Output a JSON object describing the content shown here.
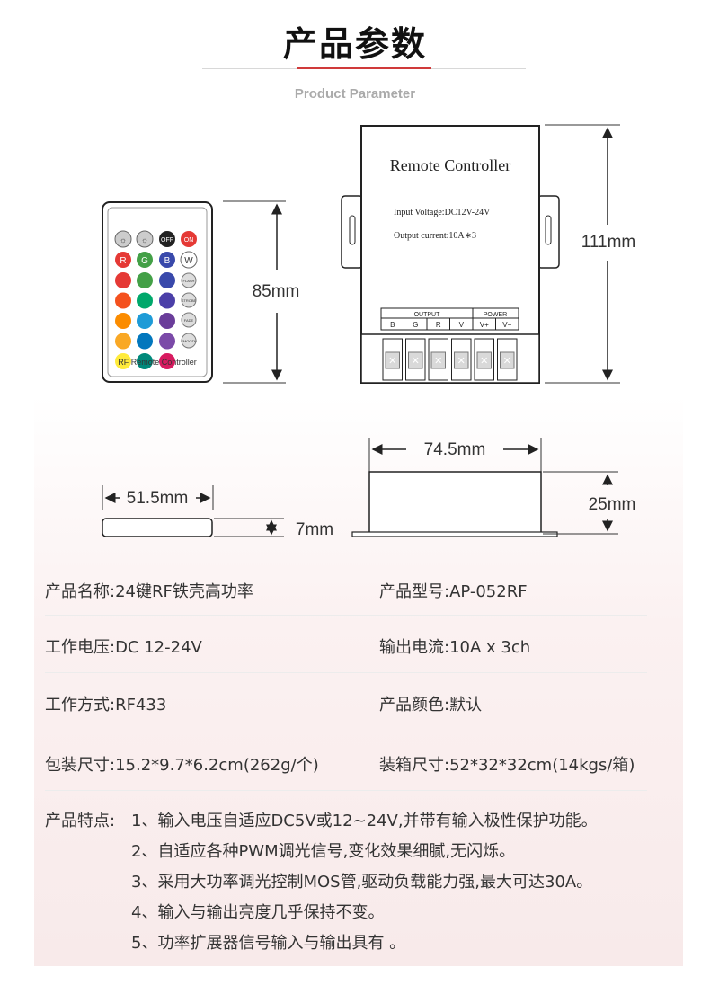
{
  "header": {
    "title": "产品参数",
    "subtitle": "Product Parameter"
  },
  "remote": {
    "keys_row1": [
      "OFF",
      "ON"
    ],
    "keys_row2": [
      "R",
      "G",
      "B",
      "W"
    ],
    "side_keys": [
      "FLASH",
      "STROBE",
      "FADE",
      "SMOOTH"
    ],
    "label": "RF Remote Controller",
    "height_dim": "85mm",
    "width_dim": "51.5mm",
    "thickness_dim": "7mm"
  },
  "controller": {
    "name": "Remote Controller",
    "input_voltage": "Input Voltage:DC12V-24V",
    "output_current": "Output current:10A∗3",
    "output_header": "OUTPUT",
    "power_header": "POWER",
    "terminals": [
      "B",
      "G",
      "R",
      "V",
      "V+",
      "V−"
    ],
    "height_dim": "111mm",
    "width_dim": "74.5mm",
    "depth_dim": "25mm"
  },
  "specs": [
    {
      "left": "产品名称:24键RF铁壳高功率",
      "right": "产品型号:AP-052RF"
    },
    {
      "left": "工作电压:DC 12-24V",
      "right": "输出电流:10A x 3ch"
    },
    {
      "left": "工作方式:RF433",
      "right": "产品颜色:默认"
    },
    {
      "left": "包装尺寸:15.2*9.7*6.2cm(262g/个)",
      "right": "装箱尺寸:52*32*32cm(14kgs/箱)"
    }
  ],
  "features": {
    "label": "产品特点:",
    "items": [
      "1、输入电压自适应DC5V或12~24V,并带有输入极性保护功能。",
      "2、自适应各种PWM调光信号,变化效果细腻,无闪烁。",
      "3、采用大功率调光控制MOS管,驱动负载能力强,最大可达30A。",
      "4、输入与输出亮度几乎保持不变。",
      "5、功率扩展器信号输入与输出具有 。"
    ]
  },
  "colors": {
    "accent_red": "#d03a3a",
    "remote_grid": [
      [
        "#e53935",
        "#43a047",
        "#3949ab"
      ],
      [
        "#f4511e",
        "#00a86b",
        "#4b3fa8"
      ],
      [
        "#fb8c00",
        "#1e9bd7",
        "#6a3d9a"
      ],
      [
        "#f9a825",
        "#0277bd",
        "#7b4aa8"
      ],
      [
        "#ffeb3b",
        "#00897b",
        "#d81b60"
      ]
    ]
  }
}
